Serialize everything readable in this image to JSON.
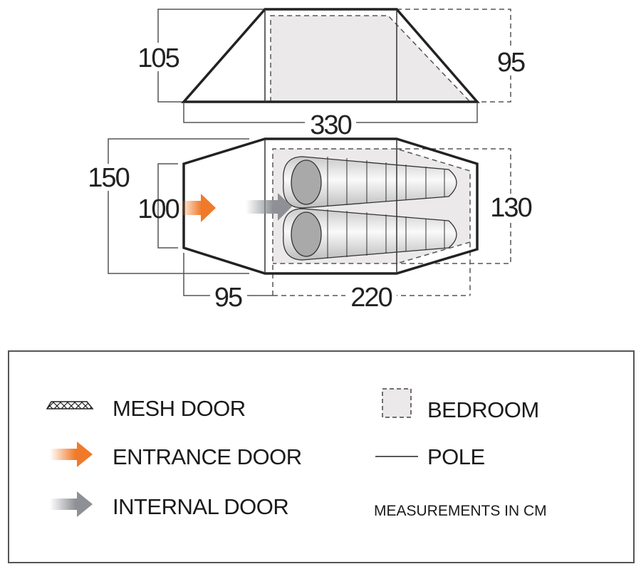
{
  "dimensions": {
    "side_height_front": "105",
    "side_height_rear": "95",
    "total_length": "330",
    "floor_width_max": "150",
    "entrance_width": "100",
    "bedroom_width": "130",
    "vestibule_length": "95",
    "bedroom_length": "220"
  },
  "legend": {
    "mesh_door": "MESH DOOR",
    "entrance_door": "ENTRANCE DOOR",
    "internal_door": "INTERNAL DOOR",
    "bedroom": "BEDROOM",
    "pole": "POLE",
    "units_note": "MEASUREMENTS IN CM"
  },
  "colors": {
    "entrance_arrow": "#f07a2a",
    "internal_arrow": "#8e9095",
    "bedroom_fill": "#ece9ea"
  }
}
